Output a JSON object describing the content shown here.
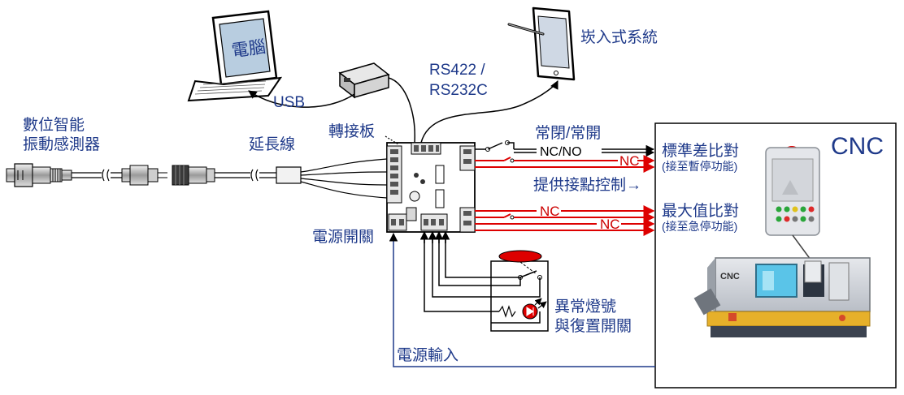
{
  "labels": {
    "computer_screen": "電腦",
    "embedded_system": "崁入式系統",
    "usb": "USB",
    "rs422": "RS422 /",
    "rs232c": "RS232C",
    "sensor_line1": "數位智能",
    "sensor_line2": "振動感測器",
    "extension_cable": "延長線",
    "adapter_board": "轉接板",
    "nc_no_title": "常閉/常開",
    "nc_no": "NC/NO",
    "nc_top": "NC",
    "contact_control": "提供接點控制→",
    "nc_mid": "NC",
    "nc_bottom": "NC",
    "std_compare": "標準差比對",
    "std_compare_sub": "(接至暫停功能)",
    "max_compare": "最大值比對",
    "max_compare_sub": "(接至急停功能)",
    "power_switch": "電源開關",
    "alarm_line1": "異常燈號",
    "alarm_line2": "與復置開關",
    "power_input": "電源輸入",
    "cnc_title": "CNC",
    "machine_brand": "CNC"
  },
  "colors": {
    "label_blue": "#1f3a8a",
    "signal_red": "#dd0000",
    "wire_black": "#000000"
  }
}
